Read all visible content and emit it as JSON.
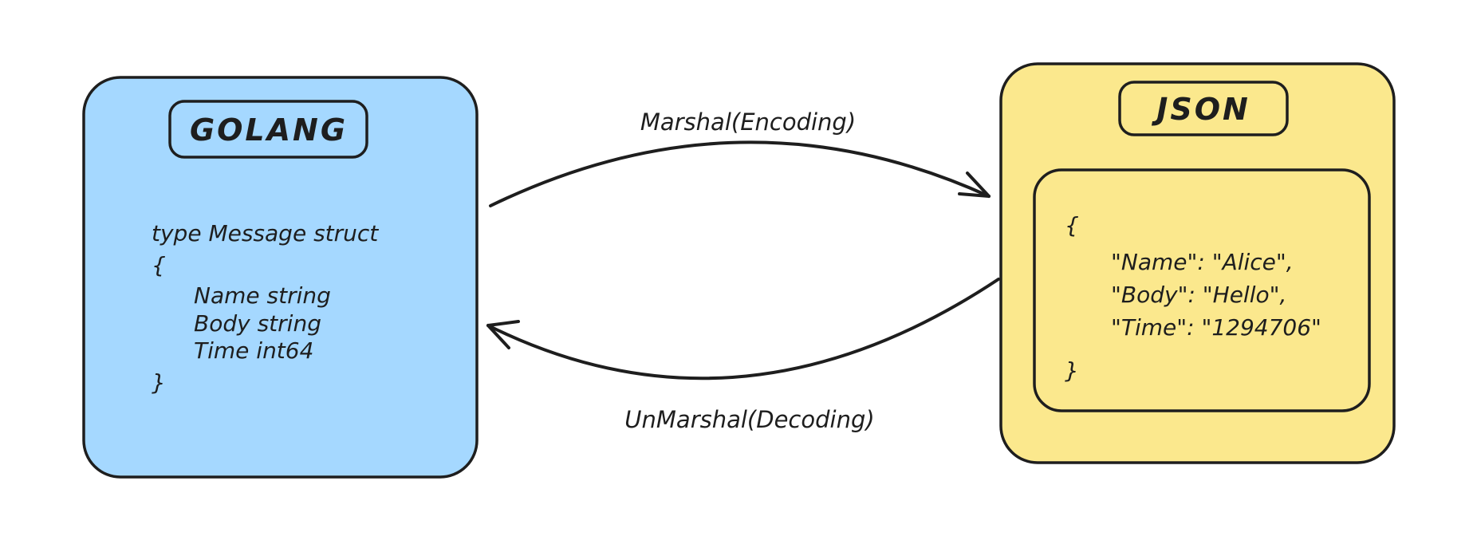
{
  "canvas": {
    "background": "#ffffff",
    "stroke_color": "#1e1e1e"
  },
  "golang_box": {
    "title": "GOLANG",
    "fill": "#a5d8ff",
    "code_lines": [
      "type Message struct",
      "{",
      "Name string",
      "Body string",
      "Time int64",
      "}"
    ]
  },
  "json_box": {
    "title": "JSON",
    "fill": "#fbe88d",
    "code_lines": [
      "{",
      "\"Name\": \"Alice\",",
      "\"Body\": \"Hello\",",
      "\"Time\": \"1294706\"",
      "}"
    ]
  },
  "arrows": {
    "marshal": {
      "label": "Marshal(Encoding)",
      "from": "GOLANG",
      "to": "JSON"
    },
    "unmarshal": {
      "label": "UnMarshal(Decoding)",
      "from": "JSON",
      "to": "GOLANG"
    }
  }
}
